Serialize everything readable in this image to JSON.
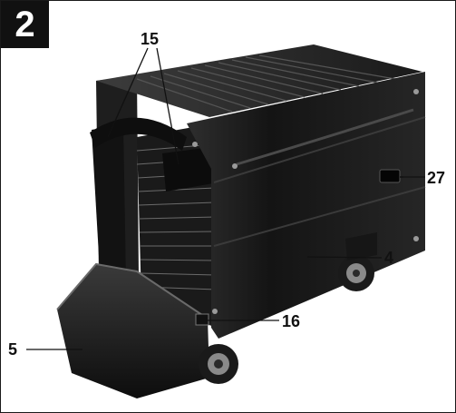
{
  "figure": {
    "number": "2",
    "callouts": [
      {
        "id": "15",
        "label": "15"
      },
      {
        "id": "27",
        "label": "27"
      },
      {
        "id": "4",
        "label": "4"
      },
      {
        "id": "16",
        "label": "16"
      },
      {
        "id": "5",
        "label": "5"
      }
    ]
  }
}
